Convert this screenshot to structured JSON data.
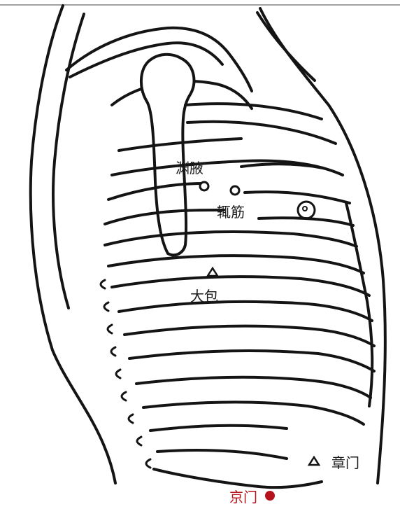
{
  "points": {
    "yuanye": {
      "label": "渊腋",
      "marker": "circle"
    },
    "zhejin": {
      "label": "辄筋",
      "marker": "circle"
    },
    "dabao": {
      "label": "大包",
      "marker": "triangle"
    },
    "zhangmen": {
      "label": "章门",
      "marker": "triangle"
    },
    "jingmen": {
      "label": "京门",
      "marker": "filled-circle"
    }
  },
  "colors": {
    "line": "#141414",
    "highlight": "#b5121b",
    "background": "#ffffff"
  }
}
